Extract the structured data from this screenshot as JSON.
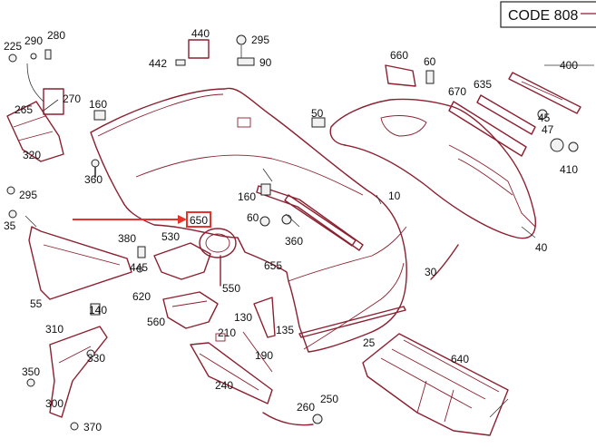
{
  "code_box": {
    "text": "CODE 808"
  },
  "highlight": {
    "label": "650",
    "color": "#e8332a"
  },
  "colors": {
    "part_outline": "#8a2030",
    "text": "#111111"
  },
  "labels": {
    "l225": "225",
    "l290": "290",
    "l280": "280",
    "l270": "270",
    "l265": "265",
    "l320": "320",
    "l160a": "160",
    "l360a": "360",
    "l295a": "295",
    "l35": "35",
    "l55": "55",
    "l440": "440",
    "l442": "442",
    "l295b": "295",
    "l90": "90",
    "l660": "660",
    "l60a": "60",
    "l400": "400",
    "l670": "670",
    "l635": "635",
    "l45": "45",
    "l47": "47",
    "l410": "410",
    "l50": "50",
    "l10": "10",
    "l160b": "160",
    "l60b": "60",
    "l360b": "360",
    "l655": "655",
    "l40": "40",
    "l30": "30",
    "l380": "380",
    "l530": "530",
    "l445": "445",
    "l620": "620",
    "l550": "550",
    "l560": "560",
    "l140": "140",
    "l330": "330",
    "l310": "310",
    "l350": "350",
    "l300": "300",
    "l370": "370",
    "l130": "130",
    "l135": "135",
    "l210": "210",
    "l190": "190",
    "l240": "240",
    "l25": "25",
    "l640": "640",
    "l260": "260",
    "l250": "250"
  }
}
